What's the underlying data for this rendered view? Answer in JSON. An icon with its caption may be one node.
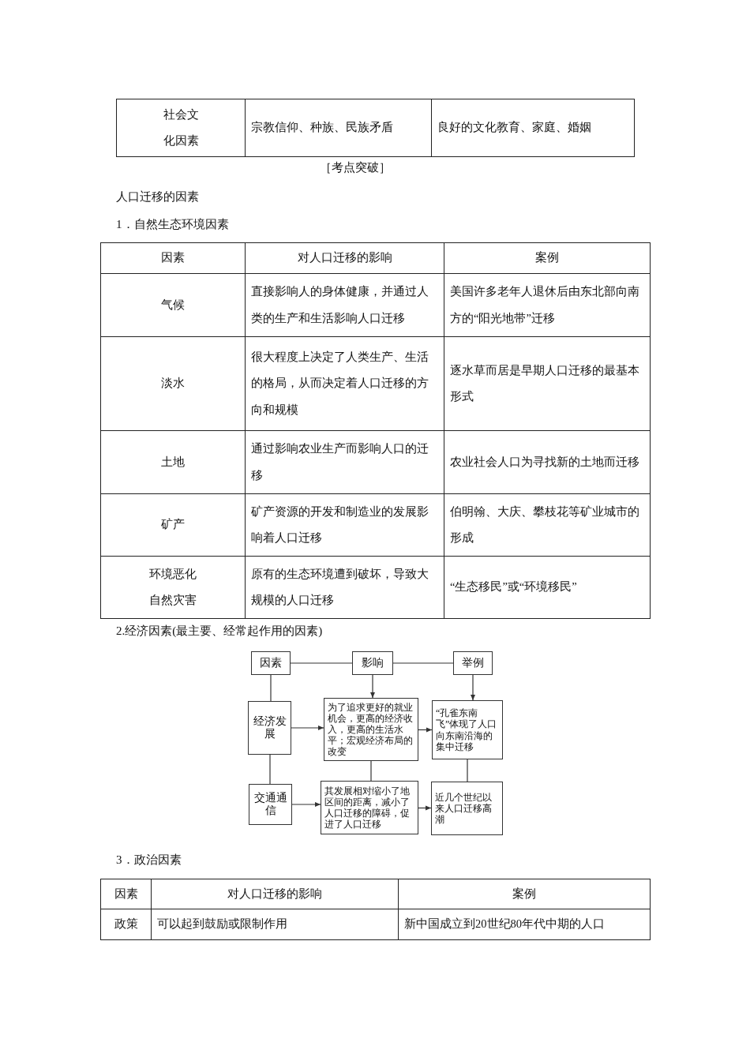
{
  "diagram": {
    "nodes": [
      {
        "text": [
          "因素"
        ]
      },
      {
        "text": [
          "影响"
        ]
      },
      {
        "text": [
          "举例"
        ]
      },
      {
        "text": [
          "经济发展"
        ]
      },
      {
        "text": [
          "为了追求更好的就业机会，更高的经济收入，更高的生活水平；宏观经济布局的改变"
        ]
      },
      {
        "text": [
          "“孔雀东南飞”体现了人口向东南沿海的集中迁移"
        ]
      },
      {
        "text": [
          "交通通信"
        ]
      },
      {
        "text": [
          "其发展相对缩小了地区间的距离，减小了人口迁移的障碍，促进了人口迁移"
        ]
      },
      {
        "text": [
          "近几个世纪以来人口迁移高潮"
        ]
      }
    ],
    "edges": [
      {
        "from": 0,
        "to": 1,
        "arrow": "none"
      },
      {
        "from": 1,
        "to": 2,
        "arrow": "none"
      },
      {
        "from": 0,
        "to": 3,
        "arrow": "none"
      },
      {
        "from": 3,
        "to": 6,
        "arrow": "none"
      },
      {
        "from": 1,
        "to": 4,
        "arrow": "to"
      },
      {
        "from": 2,
        "to": 5,
        "arrow": "to"
      },
      {
        "from": 3,
        "to": 4,
        "arrow": "to"
      },
      {
        "from": 4,
        "to": 5,
        "arrow": "to"
      },
      {
        "from": 4,
        "to": 7,
        "arrow": "none"
      },
      {
        "from": 5,
        "to": 8,
        "arrow": "none"
      },
      {
        "from": 6,
        "to": 7,
        "arrow": "to"
      },
      {
        "from": 7,
        "to": 8,
        "arrow": "to"
      }
    ],
    "labels": [
      "社会文化因素",
      "宗教信仰、种族、民族矛盾",
      "良好的文化教育、家庭、婚姻",
      "［考点突破］",
      "人口迁移的因素",
      "1．自然生态环境因素",
      "因素",
      "对人口迁移的影响",
      "案例",
      "气候",
      "直接影响人的身体健康，并通过人类的生产和生活影响人口迁移",
      "美国许多老年人退休后由东北部向南方的“阳光地带”迁移",
      "淡水",
      "很大程度上决定了人类生产、生活的格局，从而决定着人口迁移的方向和规模",
      "逐水草而居是早期人口迁移的最基本形式",
      "土地",
      "通过影响农业生产而影响人口的迁移",
      "农业社会人口为寻找新的土地而迁移",
      "矿产",
      "矿产资源的开发和制造业的发展影响着人口迁移",
      "伯明翰、大庆、攀枝花等矿业城市的形成",
      "环境恶化",
      "自然灾害",
      "原有的生态环境遭到破坏，导致大规模的人口迁移",
      "“生态移民”或“环境移民”",
      "2.经济因素(最主要、经常起作用的因素)",
      "3．政治因素",
      "因素",
      "对人口迁移的影响",
      "案例",
      "政策",
      "可以起到鼓励或限制作用",
      "新中国成立到20世纪80年代中期的人口"
    ]
  }
}
